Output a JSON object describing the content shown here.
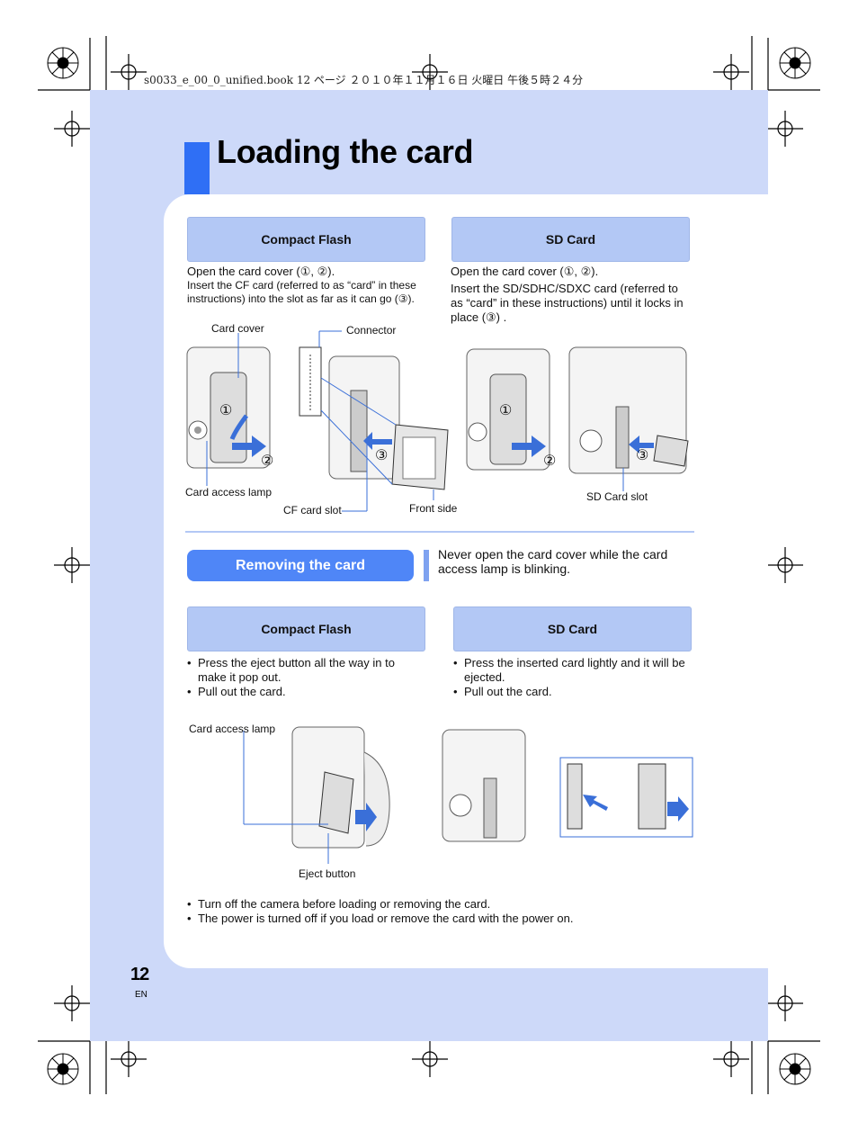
{
  "header": {
    "book_info": "s0033_e_00_0_unified.book  12 ページ  ２０１０年１１月１６日  火曜日  午後５時２４分"
  },
  "page": {
    "title": "Loading the card",
    "number": "12",
    "lang": "EN"
  },
  "loading": {
    "cf": {
      "heading": "Compact Flash",
      "line1": "Open the card cover (①, ②).",
      "line2": "Insert the CF card (referred to as “card” in these instructions) into the slot as far as it can go (③).",
      "labels": {
        "card_cover": "Card cover",
        "connector": "Connector",
        "card_access_lamp": "Card access lamp",
        "cf_card_slot": "CF card slot",
        "front_side": "Front side"
      }
    },
    "sd": {
      "heading": "SD Card",
      "line1": "Open the card cover (①, ②).",
      "line2": "Insert the SD/SDHC/SDXC card (referred to as “card” in these instructions) until it locks in place (③) .",
      "labels": {
        "sd_card_slot": "SD Card slot"
      }
    },
    "steps": {
      "one": "①",
      "two": "②",
      "three": "③"
    }
  },
  "removing": {
    "heading": "Removing the card",
    "note": "Never open the card cover while the card access lamp is blinking.",
    "cf": {
      "heading": "Compact Flash",
      "bullets": [
        "Press the eject button all the way in to make it pop out.",
        "Pull out the card."
      ],
      "labels": {
        "card_access_lamp": "Card access lamp",
        "eject_button": "Eject button"
      }
    },
    "sd": {
      "heading": "SD Card",
      "bullets": [
        "Press the inserted card lightly and it will be ejected.",
        "Pull out the card."
      ]
    }
  },
  "footer_notes": [
    "Turn off the camera before loading or removing the card.",
    "The power is turned off if you load or remove the card with the power on."
  ],
  "colors": {
    "page_bg": "#cdd9f9",
    "title_bar": "#2f6ff5",
    "section_box": "#b3c8f5",
    "pill": "#4f86f7",
    "arrow": "#3a6fd8"
  }
}
